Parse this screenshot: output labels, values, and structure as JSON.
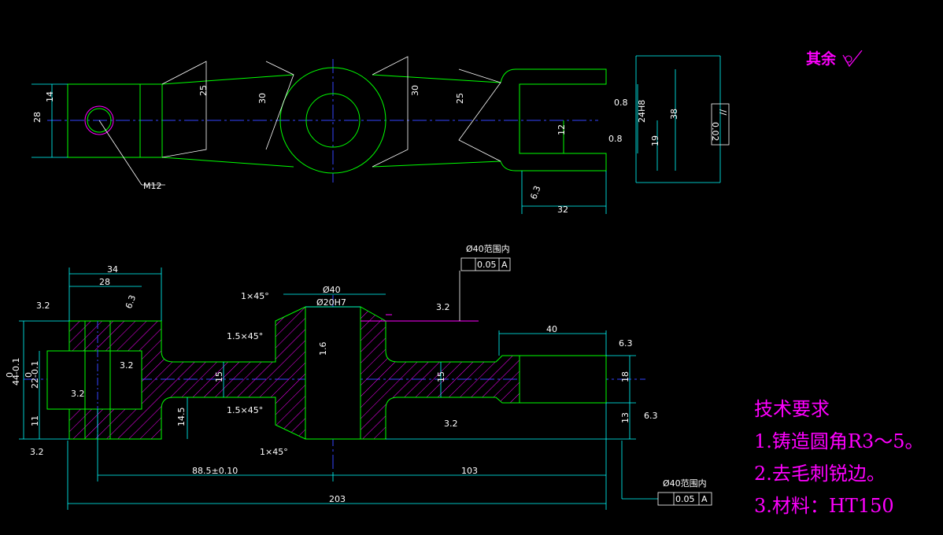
{
  "drawing": {
    "top_view": {
      "dims": {
        "d28": "28",
        "d14": "14",
        "d25a": "25",
        "d30a": "30",
        "d30b": "30",
        "d25b": "25",
        "d12": "12",
        "d24": "24H8",
        "d19": "19",
        "d38": "38",
        "d32": "32"
      },
      "thread": "M12",
      "rough_08a": "0.8",
      "rough_08b": "0.8",
      "rough_63": "6.3",
      "tol_box": "0.02",
      "tol_sym": "//"
    },
    "front_view": {
      "dims": {
        "d34": "34",
        "d28": "28",
        "d40top": "Ø40",
        "d20": "Ø20H7",
        "d40r": "40",
        "d203": "203",
        "d885": "88.5±0.10",
        "d103": "103",
        "d15a": "15",
        "d15b": "15",
        "d18": "18",
        "d13": "13",
        "d145": "14.5",
        "d11": "11",
        "d44": "44-0.1",
        "d22": "22-0.1",
        "z1": "0",
        "z2": "0"
      },
      "chamfers": {
        "c1": "1×45°",
        "c2": "1.5×45°",
        "c3": "1.5×45°",
        "c4": "1×45°"
      },
      "roughness": {
        "r1": "3.2",
        "r2": "6.3",
        "r3": "3.2",
        "r4": "3.2",
        "r5": "3.2",
        "r6": "3.2",
        "r7": "3.2",
        "r8": "6.3",
        "r9": "6.3",
        "r10": "1.6"
      },
      "tol_top": {
        "note": "Ø40范围内",
        "value": "0.05",
        "datum": "A"
      },
      "tol_bottom": {
        "note": "Ø40范围内",
        "value": "0.05",
        "datum": "A"
      }
    },
    "rest_label": "其余",
    "tech": {
      "title": "技术要求",
      "items": [
        "1.铸造圆角R3～5。",
        "2.去毛刺锐边。",
        "3.材料：HT150"
      ]
    },
    "colors": {
      "outline": "#00ff00",
      "dimension": "#00ffff",
      "center": "#3344ff",
      "text": "#ffffff",
      "hatch": "#ff00ff"
    }
  }
}
